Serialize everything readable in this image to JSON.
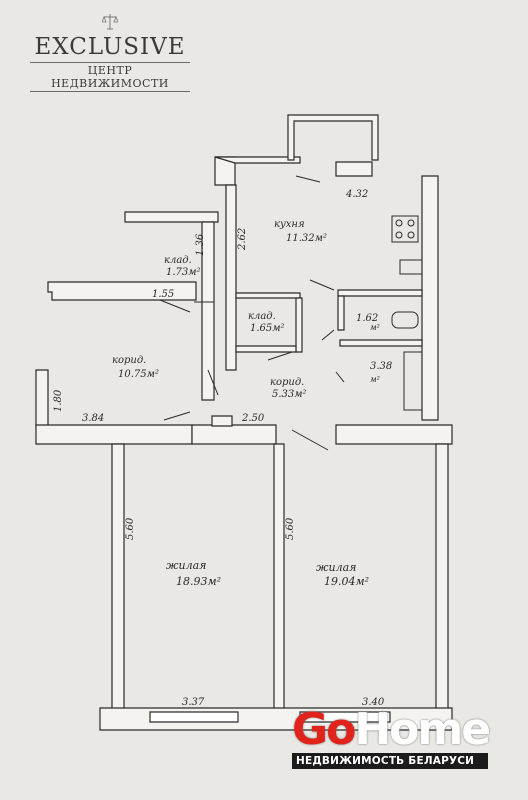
{
  "branding": {
    "name": "EXCLUSIVE",
    "subtitle": "ЦЕНТР НЕДВИЖИМОСТИ"
  },
  "watermark": {
    "logo_lead": "Go",
    "logo_rest": "Home",
    "tagline": "НЕДВИЖИМОСТЬ БЕЛАРУСИ",
    "accent_color": "#e0231b"
  },
  "rooms": {
    "kitchen": {
      "name": "кухня",
      "area": "11.32м²"
    },
    "storage_1": {
      "name": "клад.",
      "area": "1.73м²"
    },
    "storage_2": {
      "name": "клад.",
      "area": "1.65м²"
    },
    "corridor_1": {
      "name": "корид.",
      "area": "10.75м²"
    },
    "corridor_2": {
      "name": "корид.",
      "area": "5.33м²"
    },
    "toilet": {
      "area": "1.62",
      "unit": "м²"
    },
    "bathroom": {
      "area": "3.38",
      "unit": "м²"
    },
    "living_1": {
      "name": "жилая",
      "area": "18.93м²"
    },
    "living_2": {
      "name": "жилая",
      "area": "19.04м²"
    }
  },
  "dimensions": {
    "kitchen_top": "4.32",
    "kitchen_side": "2.62",
    "storage_side": "1.36",
    "storage_bottom": "1.55",
    "corridor_side": "1.80",
    "corridor_bottom": "3.84",
    "mid_top": "2.50",
    "living_1_side": "5.60",
    "living_2_side": "5.60",
    "living_1_bottom": "3.37",
    "living_2_bottom": "3.40"
  }
}
